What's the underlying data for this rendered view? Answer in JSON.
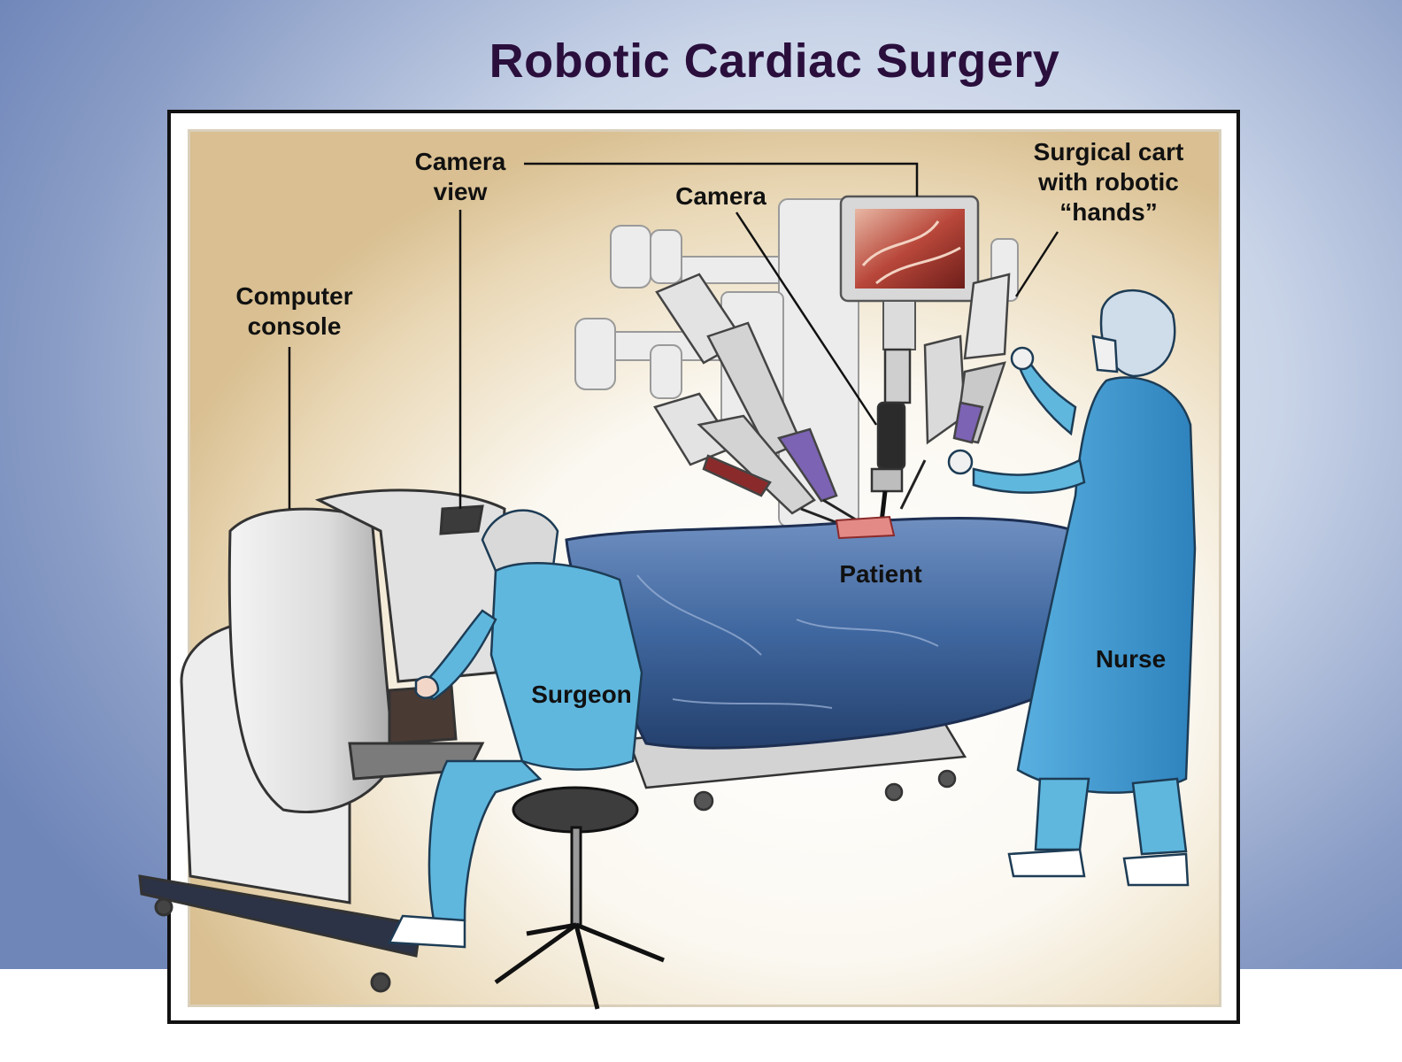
{
  "title": "Robotic Cardiac Surgery",
  "labels": {
    "camera_view": [
      "Camera",
      "view"
    ],
    "camera": "Camera",
    "surgical_cart": [
      "Surgical cart",
      "with robotic",
      "“hands”"
    ],
    "computer_console": [
      "Computer",
      "console"
    ],
    "patient": "Patient",
    "surgeon": "Surgeon",
    "nurse": "Nurse"
  },
  "colors": {
    "scrubs": "#5fb7de",
    "gown": "#3f97cc",
    "drape": "#3b5f96",
    "title": "#2a0f3d"
  }
}
